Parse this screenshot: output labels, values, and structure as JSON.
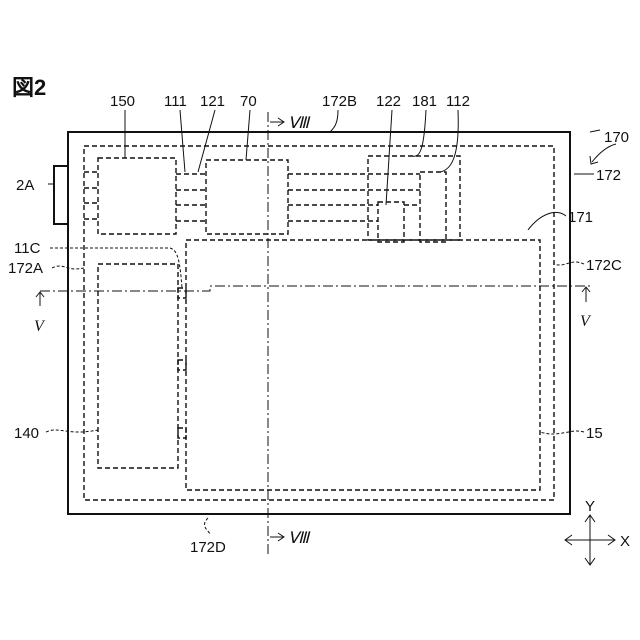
{
  "figure": {
    "title": "図2"
  },
  "labels": {
    "l150": "150",
    "l111": "111",
    "l121": "121",
    "l70": "70",
    "l172B": "172B",
    "l122": "122",
    "l181": "181",
    "l112": "112",
    "l170": "170",
    "l2A": "2A",
    "l172": "172",
    "l171": "171",
    "l11C": "11C",
    "l172A": "172A",
    "l172C": "172C",
    "l140": "140",
    "l15": "15",
    "l172D": "172D"
  },
  "section_marks": {
    "viii_top": "Ⅷ",
    "viii_bottom": "Ⅷ",
    "v_left": "V",
    "v_right": "V"
  },
  "axes": {
    "x": "X",
    "y": "Y"
  }
}
